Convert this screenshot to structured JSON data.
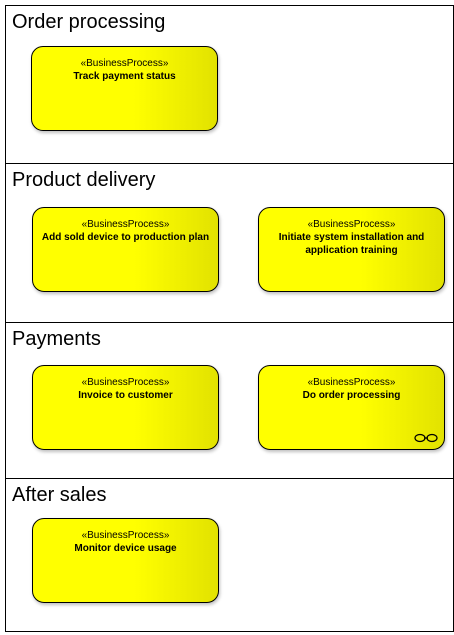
{
  "lanes": [
    {
      "title": "Order processing",
      "processes": [
        {
          "stereotype": "«BusinessProcess»",
          "name": "Track payment status"
        }
      ]
    },
    {
      "title": "Product delivery",
      "processes": [
        {
          "stereotype": "«BusinessProcess»",
          "name": "Add sold device to production plan"
        },
        {
          "stereotype": "«BusinessProcess»",
          "name": "Initiate system installation and application training"
        }
      ]
    },
    {
      "title": "Payments",
      "processes": [
        {
          "stereotype": "«BusinessProcess»",
          "name": "Invoice to customer"
        },
        {
          "stereotype": "«BusinessProcess»",
          "name": "Do order processing",
          "icon": "chain-link-icon"
        }
      ]
    },
    {
      "title": "After sales",
      "processes": [
        {
          "stereotype": "«BusinessProcess»",
          "name": "Monitor device usage"
        }
      ]
    }
  ],
  "colors": {
    "process_fill": "#ffff00",
    "process_shade": "#e2e200",
    "border": "#000000"
  }
}
